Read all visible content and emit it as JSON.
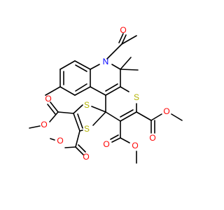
{
  "molecule": {
    "colors": {
      "carbon_bond": "#000000",
      "oxygen": "#ff0000",
      "nitrogen": "#0000ff",
      "sulfur": "#b2b200",
      "background": "#ffffff"
    },
    "atoms": {
      "o_acetyl": {
        "symbol": "O",
        "element": "oxygen"
      },
      "n_ring": {
        "symbol": "N",
        "element": "nitrogen"
      },
      "s_thiopyran": {
        "symbol": "S",
        "element": "sulfur"
      },
      "s_dithiole_a": {
        "symbol": "S",
        "element": "sulfur"
      },
      "s_dithiole_b": {
        "symbol": "S",
        "element": "sulfur"
      },
      "o_ester_l1_carbonyl": {
        "symbol": "O",
        "element": "oxygen"
      },
      "o_ester_l1_ether": {
        "symbol": "O",
        "element": "oxygen"
      },
      "o_ester_l2_carbonyl": {
        "symbol": "O",
        "element": "oxygen"
      },
      "o_ester_l2_ether": {
        "symbol": "O",
        "element": "oxygen"
      },
      "o_ester_r1_carbonyl": {
        "symbol": "O",
        "element": "oxygen"
      },
      "o_ester_r1_ether": {
        "symbol": "O",
        "element": "oxygen"
      },
      "o_ester_r2_carbonyl": {
        "symbol": "O",
        "element": "oxygen"
      },
      "o_ester_r2_ether": {
        "symbol": "O",
        "element": "oxygen"
      }
    }
  }
}
